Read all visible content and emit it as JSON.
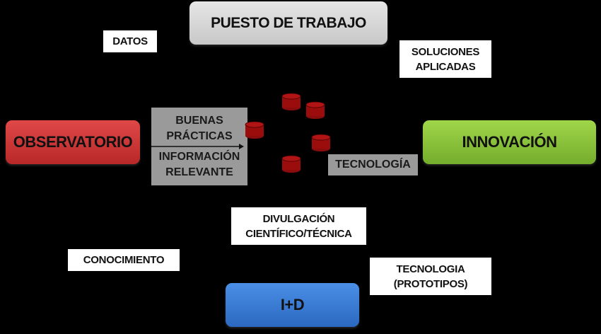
{
  "nodes": {
    "puesto": "PUESTO DE TRABAJO",
    "datos": "DATOS",
    "soluciones": [
      "SOLUCIONES",
      "APLICADAS"
    ],
    "observatorio": "OBSERVATORIO",
    "buenas_practicas": [
      "BUENAS",
      "PRÁCTICAS"
    ],
    "informacion": [
      "INFORMACIÓN",
      "RELEVANTE"
    ],
    "tecnologia": "TECNOLOGÍA",
    "innovacion": "INNOVACIÓN",
    "divulgacion": [
      "DIVULGACIÓN",
      "CIENTÍFICO/TÉCNICA"
    ],
    "conocimiento": "CONOCIMIENTO",
    "prototipos": [
      "TECNOLOGIA",
      "(PROTOTIPOS)"
    ],
    "id": "I+D"
  },
  "colors": {
    "observatorio": "#d33a3a",
    "innovacion": "#8cc63f",
    "id": "#3d7fd6",
    "puesto": "#d9d9d9",
    "cylinder": "#9b0d0d"
  }
}
